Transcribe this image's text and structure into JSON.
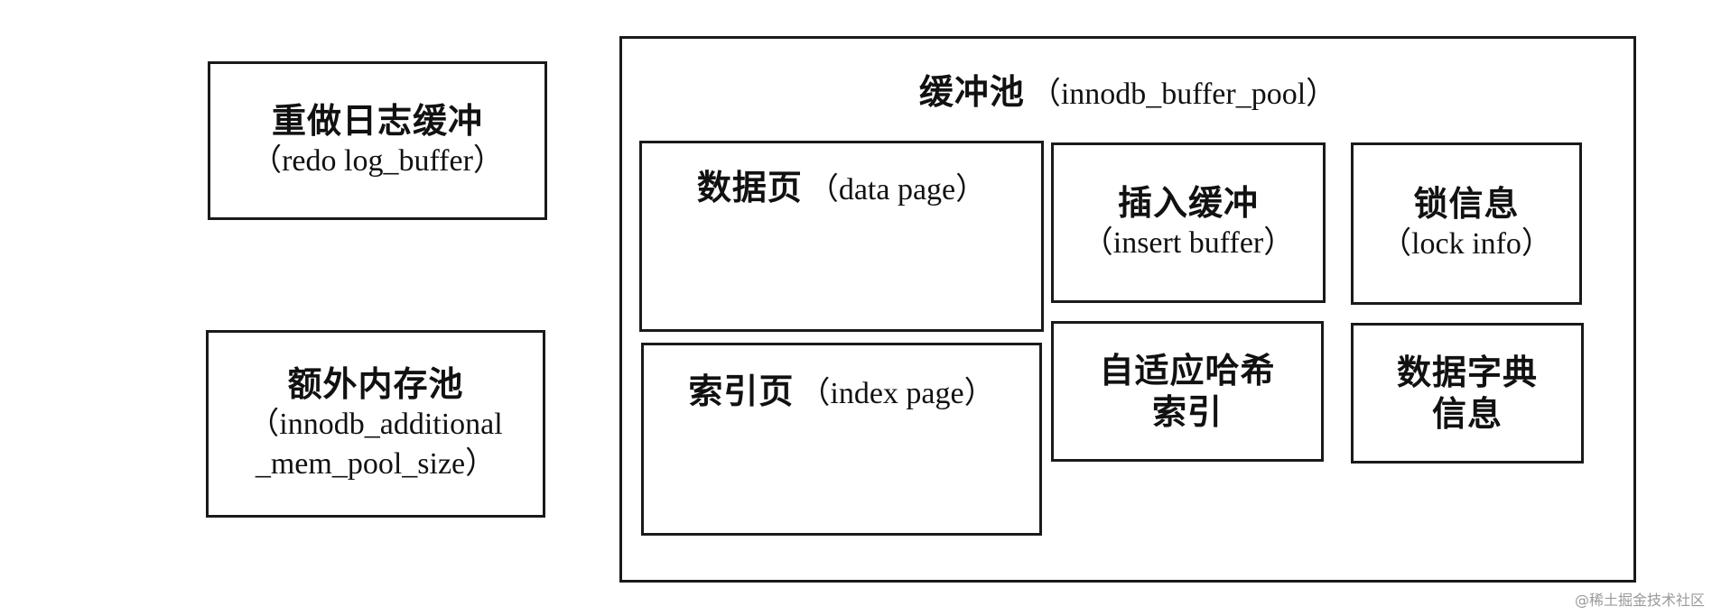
{
  "left": {
    "redo": {
      "zh": "重做日志缓冲",
      "en": "（redo log_buffer）"
    },
    "mem_pool": {
      "zh": "额外内存池",
      "en_line1": "（innodb_additional",
      "en_line2": "_mem_pool_size）"
    }
  },
  "buffer_pool": {
    "title_zh": "缓冲池",
    "title_en": "（innodb_buffer_pool）",
    "data_page": {
      "zh": "数据页",
      "en": "（data page）"
    },
    "index_page": {
      "zh": "索引页",
      "en": "（index page）"
    },
    "insert_buffer": {
      "zh": "插入缓冲",
      "en": "（insert buffer）"
    },
    "lock_info": {
      "zh": "锁信息",
      "en": "（lock info）"
    },
    "adaptive_hash": {
      "line1": "自适应哈希",
      "line2": "索引"
    },
    "data_dict": {
      "line1": "数据字典",
      "line2": "信息"
    }
  },
  "watermark": "@稀土掘金技术社区"
}
